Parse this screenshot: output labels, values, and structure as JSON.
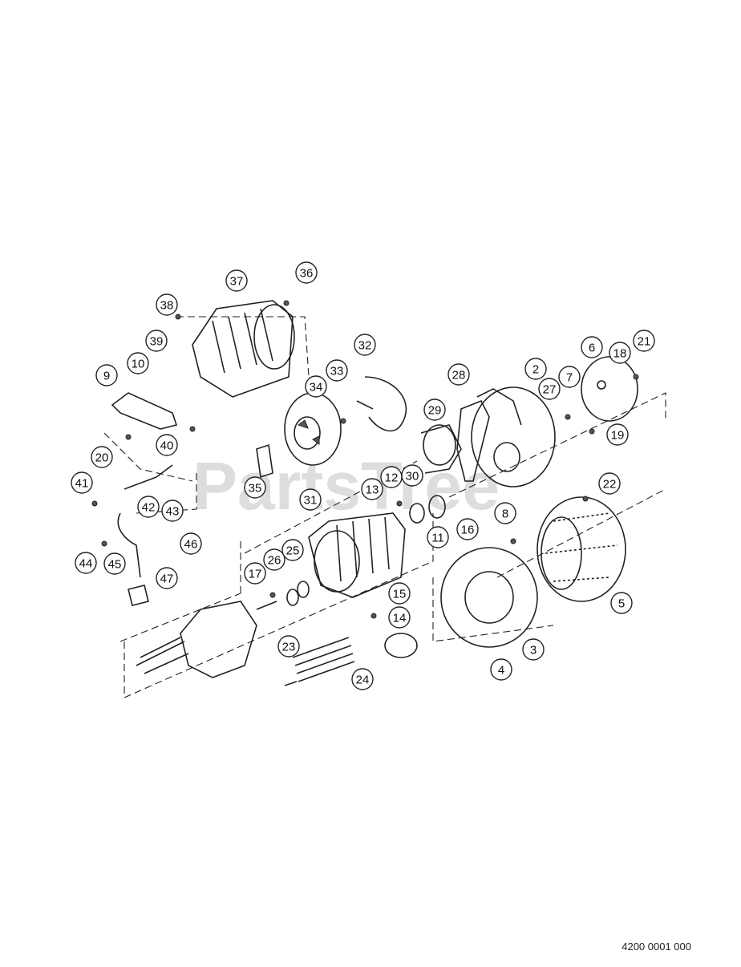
{
  "diagram": {
    "watermark": "PartsTree",
    "drawing_number": "4200 0001 000",
    "callouts": [
      "2",
      "3",
      "4",
      "5",
      "6",
      "7",
      "8",
      "9",
      "10",
      "11",
      "12",
      "13",
      "14",
      "15",
      "16",
      "17",
      "18",
      "19",
      "20",
      "21",
      "22",
      "23",
      "24",
      "25",
      "26",
      "27",
      "28",
      "29",
      "30",
      "31",
      "32",
      "33",
      "34",
      "35",
      "36",
      "37",
      "38",
      "39",
      "40",
      "41",
      "42",
      "43",
      "44",
      "45",
      "46",
      "47"
    ]
  }
}
